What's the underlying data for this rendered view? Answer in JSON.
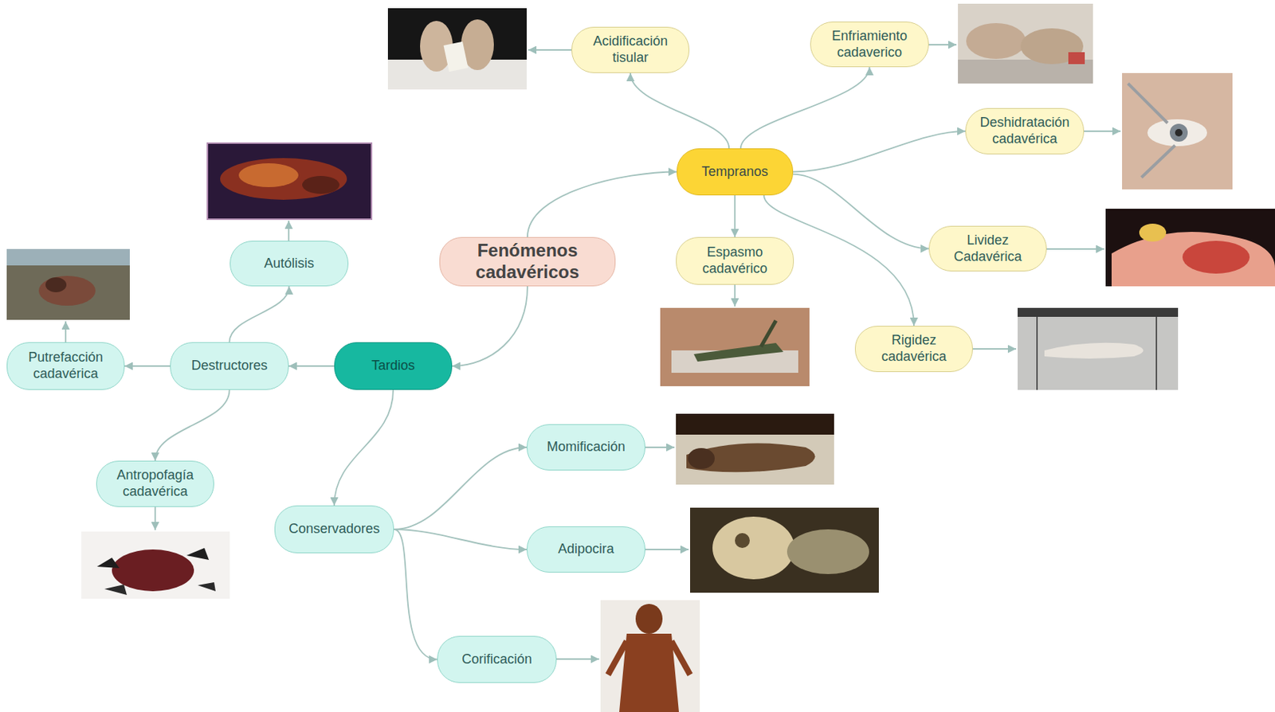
{
  "diagram": {
    "nodes": [
      {
        "text": [
          "Fenómenos cadavéricos"
        ]
      },
      {
        "text": [
          "Tempranos"
        ]
      },
      {
        "text": [
          "Acidificación tisular"
        ]
      },
      {
        "text": [
          "Enfriamiento cadaverico"
        ]
      },
      {
        "text": [
          "Deshidratación cadavérica"
        ]
      },
      {
        "text": [
          "Lividez Cadavérica"
        ]
      },
      {
        "text": [
          "Rigidez cadavérica"
        ]
      },
      {
        "text": [
          "Espasmo cadavérico"
        ]
      },
      {
        "text": [
          "Tardios"
        ]
      },
      {
        "text": [
          "Destructores"
        ]
      },
      {
        "text": [
          "Autólisis"
        ]
      },
      {
        "text": [
          "Putrefacción cadavérica"
        ]
      },
      {
        "text": [
          "Antropofagía cadavérica"
        ]
      },
      {
        "text": [
          "Conservadores"
        ]
      },
      {
        "text": [
          "Momificación"
        ]
      },
      {
        "text": [
          "Adipocira"
        ]
      },
      {
        "text": [
          "Corificación"
        ]
      }
    ],
    "edges": [
      {
        "from": 0,
        "to": 1,
        "arrow": "to"
      },
      {
        "from": 0,
        "to": 8,
        "arrow": "to"
      },
      {
        "from": 1,
        "to": 2,
        "arrow": "to"
      },
      {
        "from": 1,
        "to": 3,
        "arrow": "to"
      },
      {
        "from": 1,
        "to": 4,
        "arrow": "to"
      },
      {
        "from": 1,
        "to": 5,
        "arrow": "to"
      },
      {
        "from": 1,
        "to": 6,
        "arrow": "to"
      },
      {
        "from": 1,
        "to": 7,
        "arrow": "to"
      },
      {
        "from": 8,
        "to": 9,
        "arrow": "to"
      },
      {
        "from": 8,
        "to": 13,
        "arrow": "to"
      },
      {
        "from": 9,
        "to": 10,
        "arrow": "to"
      },
      {
        "from": 9,
        "to": 11,
        "arrow": "to"
      },
      {
        "from": 9,
        "to": 12,
        "arrow": "to"
      },
      {
        "from": 13,
        "to": 14,
        "arrow": "to"
      },
      {
        "from": 13,
        "to": 15,
        "arrow": "to"
      },
      {
        "from": 13,
        "to": 16,
        "arrow": "to"
      }
    ]
  }
}
